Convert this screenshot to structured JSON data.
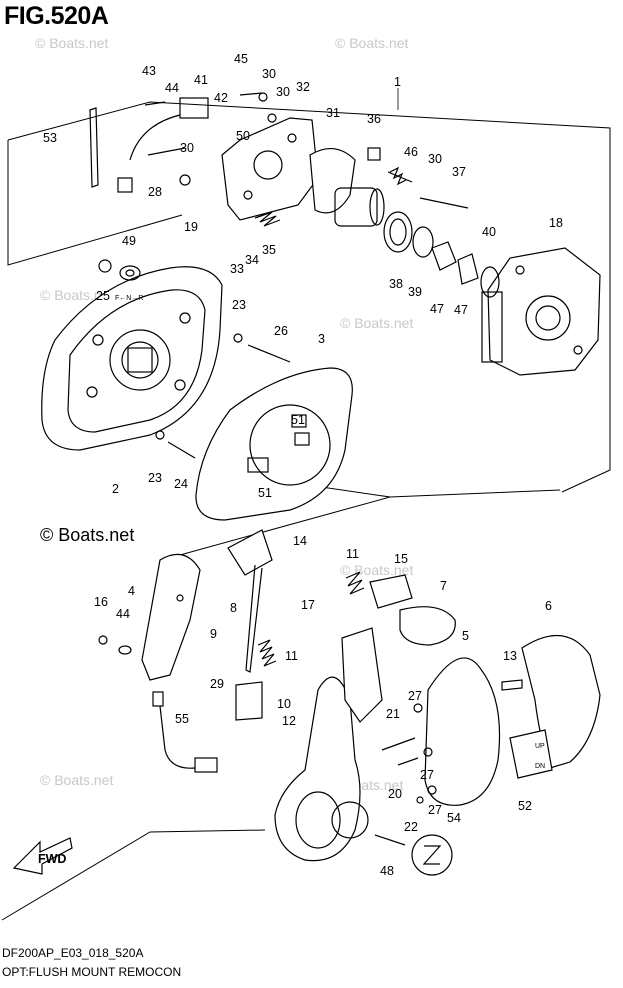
{
  "figure": {
    "title": "FIG.520A",
    "code": "DF200AP_E03_018_520A",
    "caption": "OPT:FLUSH MOUNT REMOCON"
  },
  "copyright": "© Boats.net",
  "watermark": "© Boats.net",
  "arrow_label": "FWD",
  "panel_markings": "F←N→R",
  "switch_markings": {
    "up": "UP",
    "down": "DN"
  },
  "part_numbers": [
    "1",
    "2",
    "3",
    "4",
    "5",
    "6",
    "7",
    "8",
    "9",
    "10",
    "11",
    "11",
    "12",
    "13",
    "14",
    "15",
    "16",
    "17",
    "18",
    "19",
    "20",
    "21",
    "22",
    "23",
    "23",
    "24",
    "25",
    "26",
    "27",
    "27",
    "27",
    "28",
    "29",
    "30",
    "30",
    "30",
    "30",
    "31",
    "32",
    "33",
    "34",
    "35",
    "36",
    "37",
    "38",
    "39",
    "40",
    "41",
    "42",
    "43",
    "44",
    "44",
    "45",
    "46",
    "47",
    "47",
    "48",
    "49",
    "50",
    "51",
    "51",
    "52",
    "53",
    "54",
    "55"
  ]
}
